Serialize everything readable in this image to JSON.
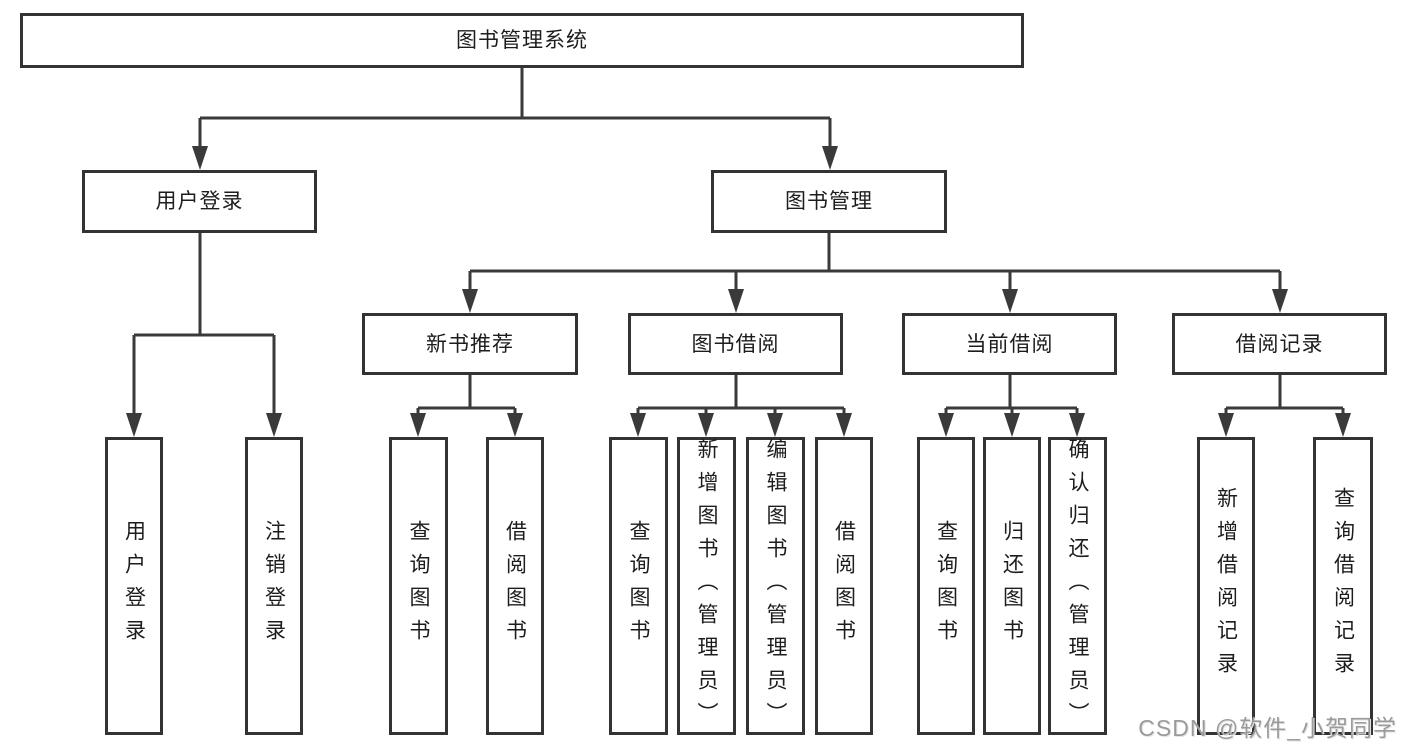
{
  "diagram": {
    "root": {
      "label": "图书管理系统"
    },
    "children": [
      {
        "label": "用户登录",
        "children": [
          {
            "label": "用户登录"
          },
          {
            "label": "注销登录"
          }
        ]
      },
      {
        "label": "图书管理",
        "children": [
          {
            "label": "新书推荐",
            "children": [
              {
                "label": "查询图书"
              },
              {
                "label": "借阅图书"
              }
            ]
          },
          {
            "label": "图书借阅",
            "children": [
              {
                "label": "查询图书"
              },
              {
                "label": "新增图书（管理员）"
              },
              {
                "label": "编辑图书（管理员）"
              },
              {
                "label": "借阅图书"
              }
            ]
          },
          {
            "label": "当前借阅",
            "children": [
              {
                "label": "查询图书"
              },
              {
                "label": "归还图书"
              },
              {
                "label": "确认归还（管理员）"
              }
            ]
          },
          {
            "label": "借阅记录",
            "children": [
              {
                "label": "新增借阅记录"
              },
              {
                "label": "查询借阅记录"
              }
            ]
          }
        ]
      }
    ]
  },
  "watermark": {
    "text": "CSDN @软件_小贺同学"
  },
  "colors": {
    "line": "#3a3a3a",
    "box_border": "#333333",
    "text": "#1d1d1d",
    "watermark": "#9b9b9b",
    "background": "#ffffff"
  }
}
